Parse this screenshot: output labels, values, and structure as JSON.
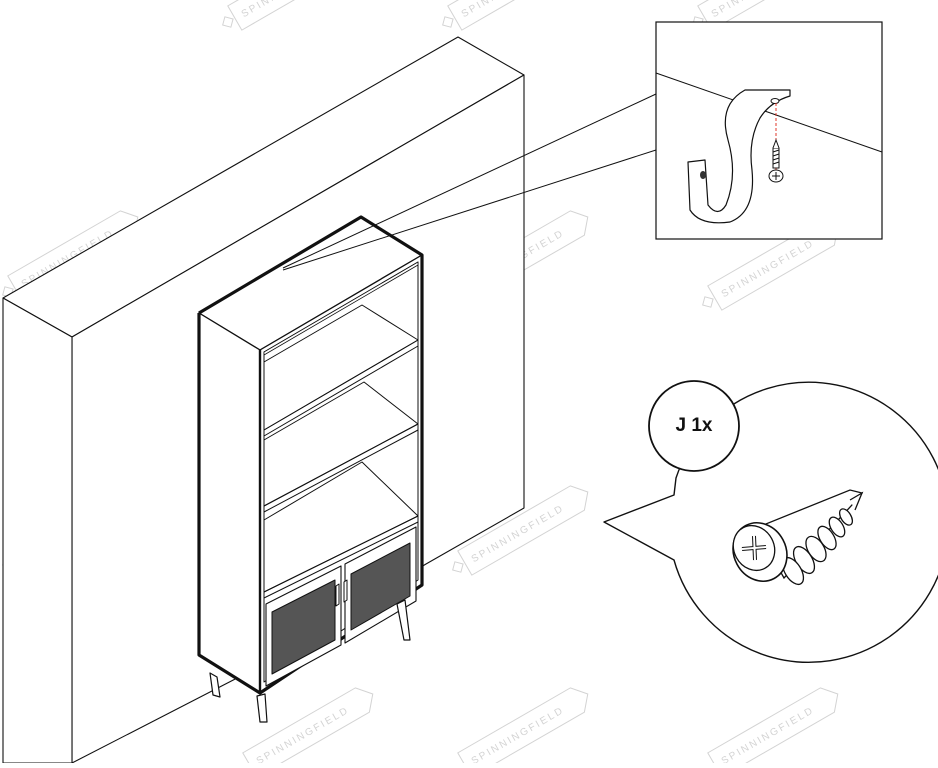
{
  "watermark": {
    "text": "SPINNINGFIELD"
  },
  "part_callout": {
    "label": "J 1x",
    "part_id": "J",
    "quantity": 1,
    "part_type": "screw"
  },
  "colors": {
    "line": "#111111",
    "watermark": "#d3d3d3",
    "anchor_line": "#e0392b"
  }
}
